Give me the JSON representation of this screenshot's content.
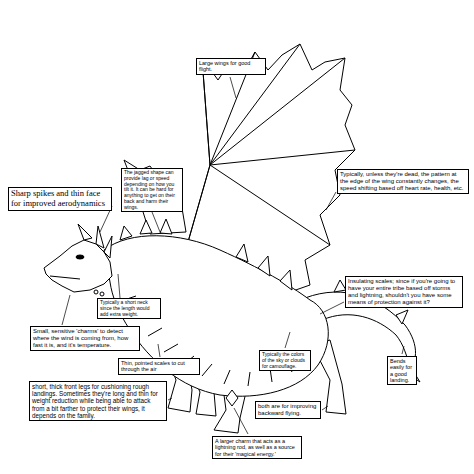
{
  "diagram": {
    "nodes": [
      {
        "text": [
          "Large wings for good flight."
        ]
      },
      {
        "text": [
          "Typically, unless they're dead, the pattern at the edge of the wing constantly changes, the speed shifting based off heart rate, health, etc."
        ]
      },
      {
        "text": [
          "The jagged shape can provide lag or speed depending on how you tilt it. It can be hard for anything to get on their back and harm their wings."
        ]
      },
      {
        "text": [
          "Sharp spikes and thin face for improved aerodynamics"
        ]
      },
      {
        "text": [
          "Insulating scales; since if you're going to have your entire tribe based off storms and lightning, shouldn't you have some means of protection against it?"
        ]
      },
      {
        "text": [
          "Typically a short neck since the length would add extra weight."
        ]
      },
      {
        "text": [
          "Small, sensitive 'charms' to detect where the wind is coming from, how fast it is, and it's temperature."
        ]
      },
      {
        "text": [
          "Typically the colors of the sky or clouds for camouflage."
        ]
      },
      {
        "text": [
          "Thin, pointed scales to cut through the air"
        ]
      },
      {
        "text": [
          "Bends easily for a good landing."
        ]
      },
      {
        "text": [
          "short, thick front legs for cushioning rough landings. Sometimes they're long and thin for weight reduction while being able to attack from a bit farther to protect their wings, it depends on the family."
        ]
      },
      {
        "text": [
          "both are for improving backward flying."
        ]
      },
      {
        "text": [
          "A larger charm that acts as a lightning rod, as well as a source for their 'magical energy.'"
        ]
      }
    ]
  }
}
